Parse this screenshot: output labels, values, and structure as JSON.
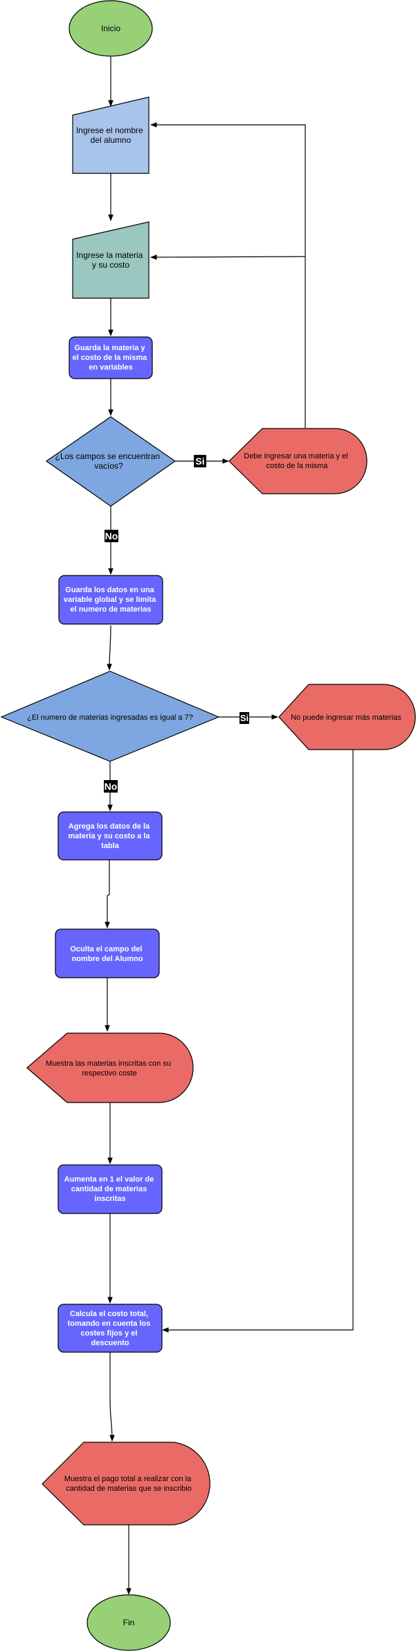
{
  "flowchart": {
    "start": "Inicio",
    "input_name": [
      "Ingrese el nombre",
      "del alumno"
    ],
    "input_subject": [
      "Ingrese la materia",
      "y su costo"
    ],
    "save_vars": [
      "Guarda la materia y",
      "el costo de la misma",
      "en variables"
    ],
    "decision_empty": [
      "¿Los campos se encuentran",
      "vacíos?"
    ],
    "display_must_enter": [
      "Debe ingresar una materia y el",
      "costo de la misma"
    ],
    "label_yes_1": "Si",
    "label_no_1": "No",
    "save_global": [
      "Guarda los datos en una",
      "variable global y se limita",
      "el numero de materias"
    ],
    "decision_seven": "¿El numero de materias ingresadas es igual a 7?",
    "label_yes_2": "Si",
    "display_no_more": "No puede ingresar más materias",
    "label_no_2": "No",
    "add_table": [
      "Agrega los datos de la",
      "materia y su costo a la",
      "tabla"
    ],
    "hide_name": [
      "Oculta el campo del",
      "nombre del Alumno"
    ],
    "display_subjects": [
      "Muestra las materias inscritas con su",
      "respectivo coste"
    ],
    "increase_count": [
      "Aumenta en 1 el valor de",
      "cantidad de materias",
      "inscritas"
    ],
    "calc_total": [
      "Calcula el costo total,",
      "tomando en cuenta los",
      "costes fijos y el",
      "descuento"
    ],
    "display_total": [
      "Muestra el pago total a realizar con la",
      "cantidad de materias que se inscribio"
    ],
    "end": "Fin"
  },
  "colors": {
    "terminal": "#97d077",
    "input_blue": "#a9c4eb",
    "input_teal": "#9ac7bf",
    "process": "#6666ff",
    "decision": "#7ea6e0",
    "display": "#ea6b66"
  }
}
